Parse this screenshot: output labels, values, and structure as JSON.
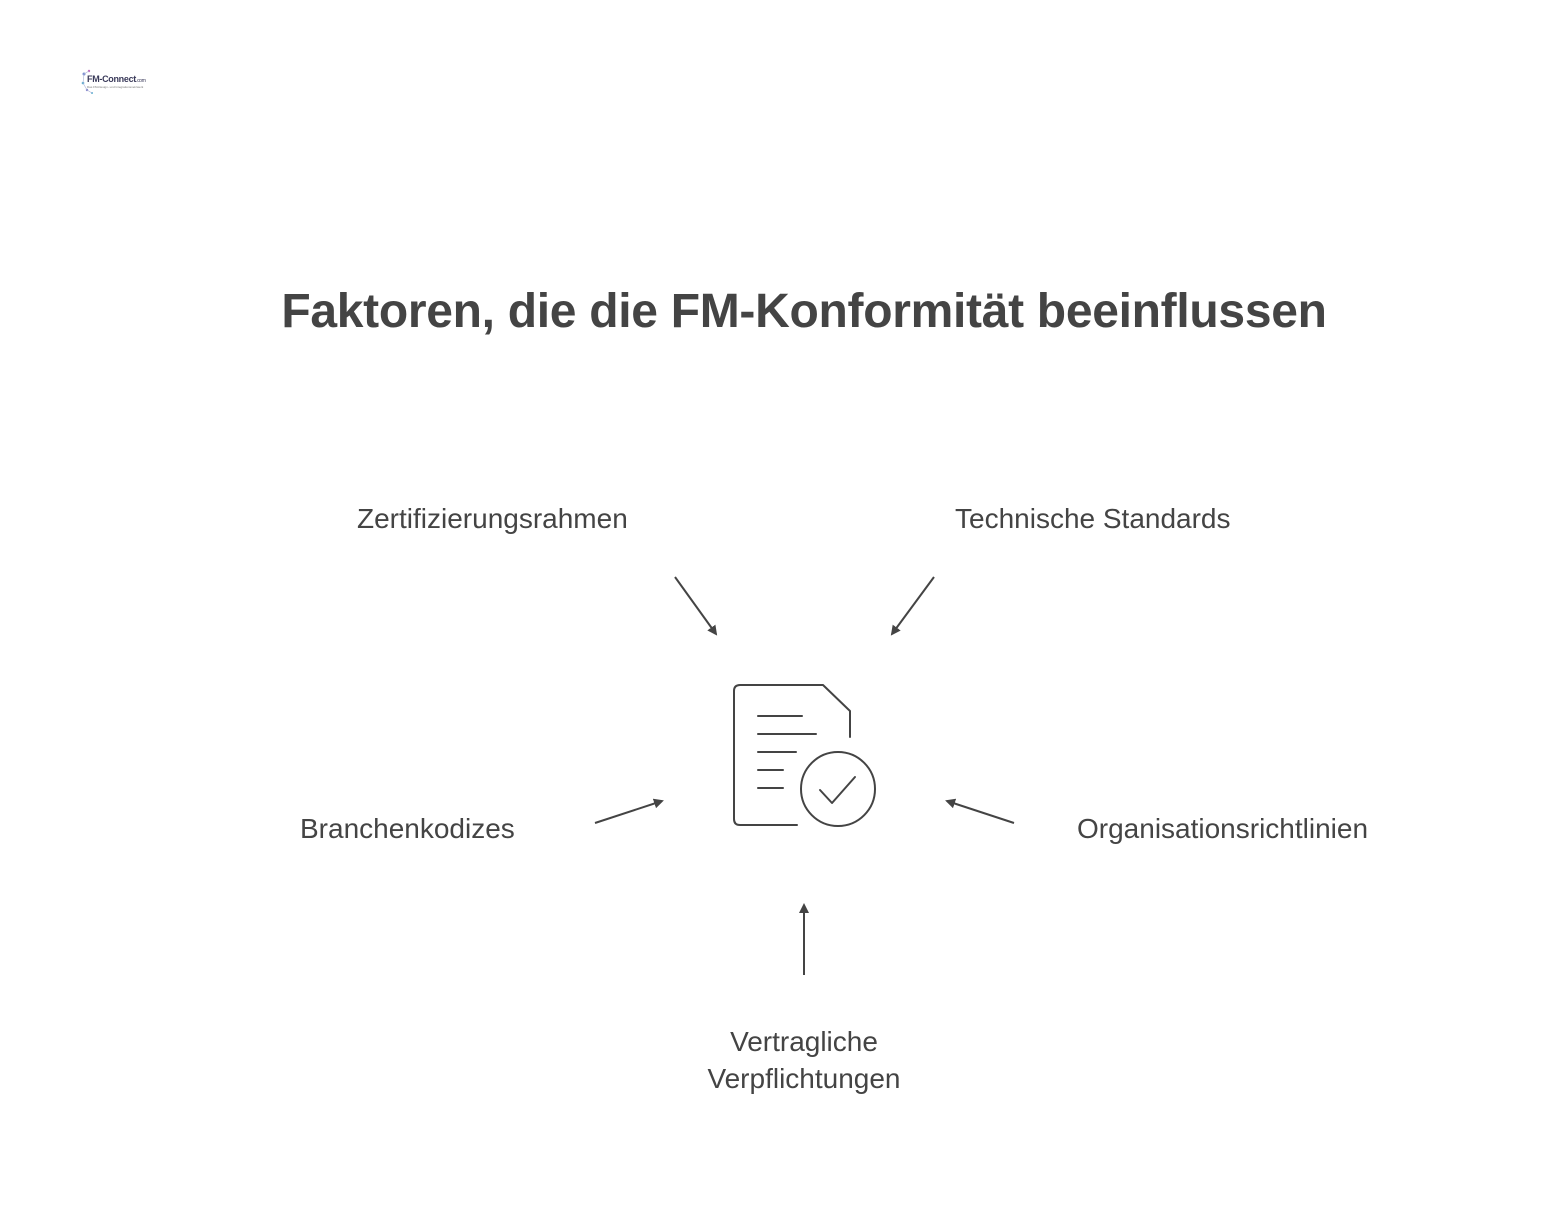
{
  "logo": {
    "name": "FM-Connect",
    "suffix": ".com",
    "tagline": "Das FM-Design- und Integrationsnetzwerk"
  },
  "title": "Faktoren, die die FM-Konformität beeinflussen",
  "center_icon": "document-check-icon",
  "factors": {
    "top_left": "Zertifizierungsrahmen",
    "top_right": "Technische Standards",
    "mid_left": "Branchenkodizes",
    "mid_right": "Organisationsrichtlinien",
    "bottom": "Vertragliche Verpflichtungen"
  },
  "colors": {
    "text": "#444444",
    "stroke": "#444444",
    "background": "#ffffff"
  }
}
